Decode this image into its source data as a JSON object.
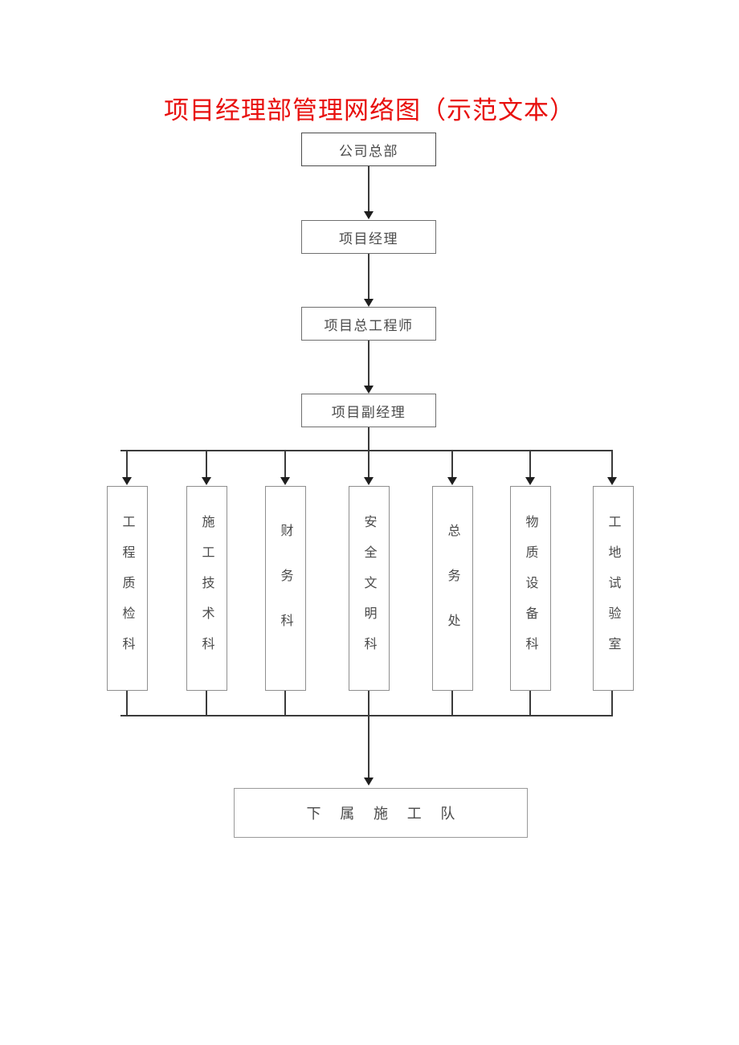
{
  "title": "项目经理部管理网络图（示范文本）",
  "colors": {
    "title": "#e8100e",
    "box_border": "#8a8a8a",
    "box_text": "#4a4a4a",
    "connector": "#3b3b3b",
    "background": "#ffffff"
  },
  "chain": [
    {
      "label": "公司总部"
    },
    {
      "label": "项目经理"
    },
    {
      "label": "项目总工程师"
    },
    {
      "label": "项目副经理"
    }
  ],
  "departments": [
    {
      "label": "工程质检科"
    },
    {
      "label": "施工技术科"
    },
    {
      "label": "财务科"
    },
    {
      "label": "安全文明科"
    },
    {
      "label": "总务处"
    },
    {
      "label": "物质设备科"
    },
    {
      "label": "工地试验室"
    }
  ],
  "bottom": {
    "label": "下 属 施 工 队"
  }
}
